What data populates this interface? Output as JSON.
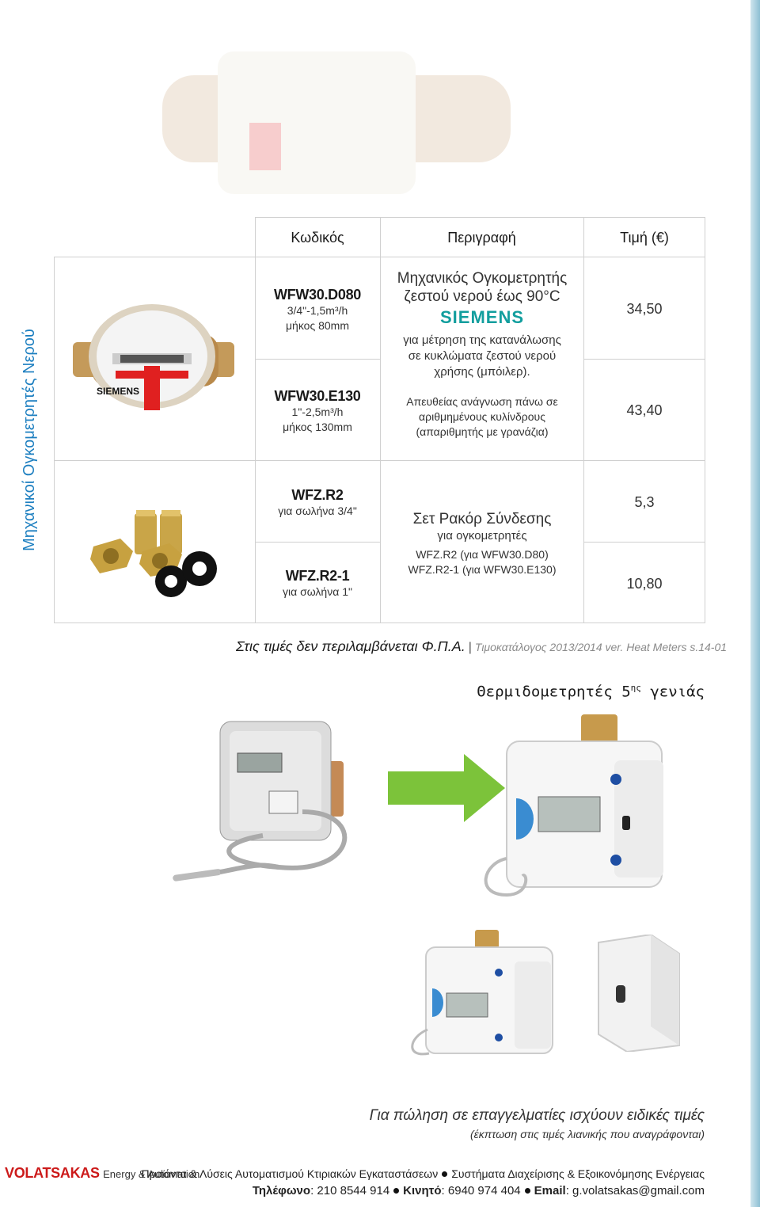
{
  "table": {
    "side_label": "Μηχανικοί Ογκομετρητές Νερού",
    "headers": {
      "code": "Κωδικός",
      "description": "Περιγραφή",
      "price": "Τιμή (€)"
    },
    "rows": [
      {
        "code": "WFW30.D080",
        "spec1": "3/4\"-1,5m³/h",
        "spec2": "μήκος 80mm",
        "price": "34,50"
      },
      {
        "code": "WFW30.E130",
        "spec1": "1\"-2,5m³/h",
        "spec2": "μήκος 130mm",
        "price": "43,40"
      },
      {
        "code": "WFZ.R2",
        "spec1": "για σωλήνα 3/4\"",
        "price": "5,3"
      },
      {
        "code": "WFZ.R2-1",
        "spec1": "για σωλήνα 1\"",
        "price": "10,80"
      }
    ],
    "meter_desc": {
      "title_line1": "Μηχανικός Ογκομετρητής",
      "title_line2": "ζεστού νερού έως 90°C",
      "brand": "SIEMENS",
      "body1": "για μέτρηση της κατανάλωσης",
      "body2": "σε κυκλώματα ζεστού νερού",
      "body3": "χρήσης (μπόιλερ).",
      "read1": "Απευθείας ανάγνωση πάνω σε",
      "read2": "αριθμημένους κυλίνδρους",
      "read3": "(απαριθμητής με γρανάζια)"
    },
    "fitting_desc": {
      "title": "Σετ Ρακόρ Σύνδεσης",
      "subtitle": "για ογκομετρητές",
      "map1": "WFZ.R2 (για WFW30.D80)",
      "map2": "WFZ.R2-1 (για WFW30.E130)"
    }
  },
  "note": {
    "vat": "Στις τιμές δεν περιλαμβάνεται Φ.Π.Α.",
    "catalog": "Τιμοκατάλογος 2013/2014 ver. Heat Meters s.14-01"
  },
  "heat_meters": {
    "title": "Θερμιδομετρητές 5",
    "title_sup": "ης",
    "title_tail": " γενιάς"
  },
  "professional": {
    "line1": "Για πώληση σε επαγγελματίες ισχύουν ειδικές τιμές",
    "line2": "(έκπτωση στις τιμές λιανικής που αναγράφονται)"
  },
  "footer": {
    "brand": "VOLATSAKAS",
    "brand_sub": "Energy & Automation",
    "services1": "Προϊόντα & Λύσεις Αυτοματισμού Κτιριακών Εγκαταστάσεων",
    "services2": "Συστήματα Διαχείρισης & Εξοικονόμησης Ενέργειας",
    "phone_label": "Τηλέφωνο",
    "phone": "210 8544 914",
    "mobile_label": "Κινητό",
    "mobile": "6940 974 404",
    "email_label": "Email",
    "email": "g.volatsakas@gmail.com"
  },
  "images": {
    "meter_brand": "SIEMENS"
  },
  "colors": {
    "accent_blue": "#1d7fc0",
    "siemens_teal": "#129e9e",
    "brand_red": "#cc1a1a",
    "arrow_green": "#7cc33a"
  }
}
